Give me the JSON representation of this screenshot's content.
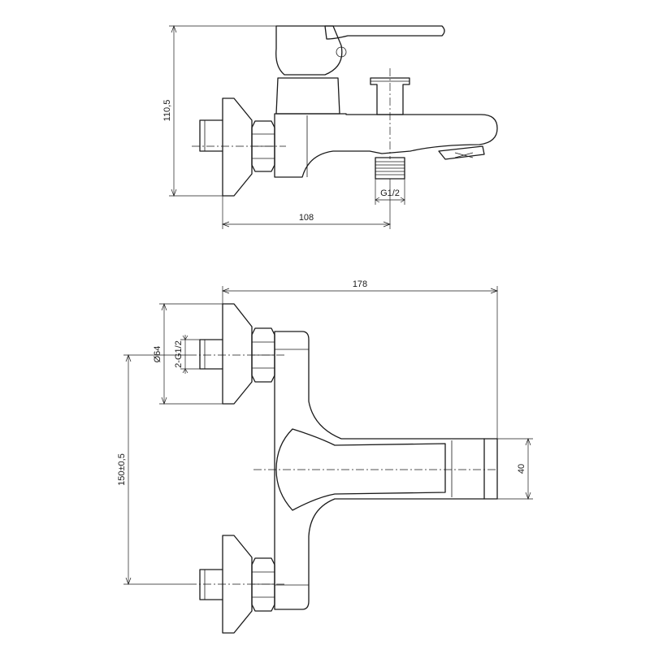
{
  "colors": {
    "stroke": "#1a1a1a",
    "background": "#ffffff"
  },
  "top_view": {
    "dim_height": "110,5",
    "dim_width": "108",
    "dim_thread": "G1/2"
  },
  "front_view": {
    "dim_length": "178",
    "dim_flange_diameter": "Ø64",
    "dim_inlet_thread": "2-G1/2",
    "dim_spacing": "150±0,5",
    "dim_spout_height": "40"
  }
}
